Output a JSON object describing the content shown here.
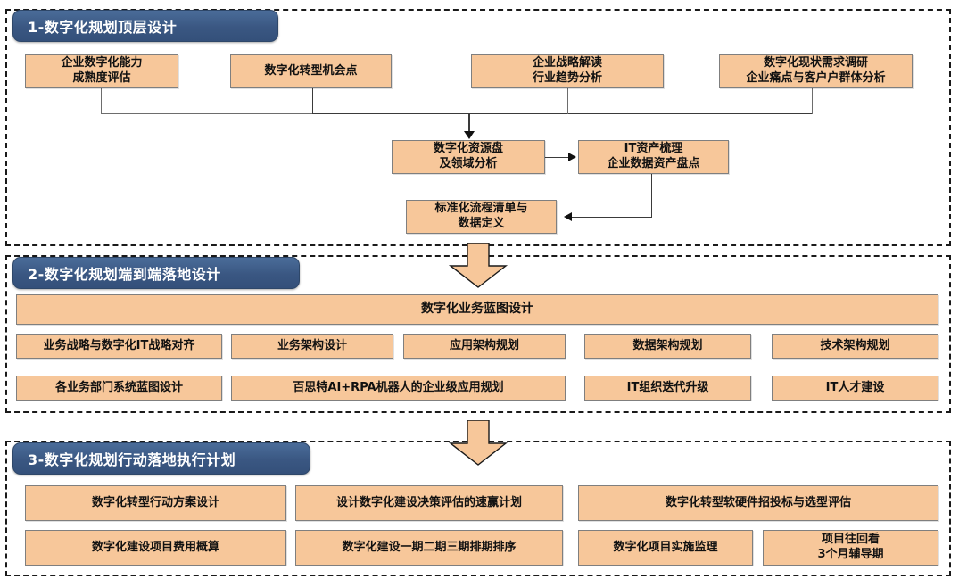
{
  "diagram": {
    "title_colors": {
      "header_blue": "#3a5782",
      "box_peach": "#f7c79a",
      "box_border": "#7f7f7f",
      "frame_dash": "#1a1a1a",
      "connector": "#3a3a3a"
    },
    "sections": [
      {
        "id": "section-1",
        "header": "1-数字化规划顶层设计",
        "row1": [
          {
            "label": "企业数字化能力\n成熟度评估"
          },
          {
            "label": "数字化转型机会点"
          },
          {
            "label": "企业战略解读\n行业趋势分析"
          },
          {
            "label": "数字化现状需求调研\n企业痛点与客户户群体分析"
          }
        ],
        "row2": [
          {
            "label": "数字化资源盘\n及领域分析"
          },
          {
            "label": "IT资产梳理\n企业数据资产盘点"
          }
        ],
        "row3": [
          {
            "label": "标准化流程清单与\n数据定义"
          }
        ]
      },
      {
        "id": "section-2",
        "header": "2-数字化规划端到端落地设计",
        "banner": "数字化业务蓝图设计",
        "row1": [
          {
            "label": "业务战略与数字化IT战略对齐"
          },
          {
            "label": "业务架构设计"
          },
          {
            "label": "应用架构规划"
          },
          {
            "label": "数据架构规划"
          },
          {
            "label": "技术架构规划"
          }
        ],
        "row2": [
          {
            "label": "各业务部门系统蓝图设计"
          },
          {
            "label": "百思特AI+RPA机器人的企业级应用规划"
          },
          {
            "label": "IT组织迭代升级"
          },
          {
            "label": "IT人才建设"
          }
        ]
      },
      {
        "id": "section-3",
        "header": "3-数字化规划行动落地执行计划",
        "row1": [
          {
            "label": "数字化转型行动方案设计"
          },
          {
            "label": "设计数字化建设决策评估的速赢计划"
          },
          {
            "label": "数字化转型软硬件招投标与选型评估"
          }
        ],
        "row2": [
          {
            "label": "数字化建设项目费用概算"
          },
          {
            "label": "数字化建设一期二期三期排期排序"
          },
          {
            "label": "数字化项目实施监理"
          },
          {
            "label": "项目往回看\n3个月辅导期"
          }
        ]
      }
    ],
    "connectors": {
      "arrow_1_to_2": "down-block-arrow",
      "arrow_2_to_3": "down-block-arrow"
    }
  }
}
